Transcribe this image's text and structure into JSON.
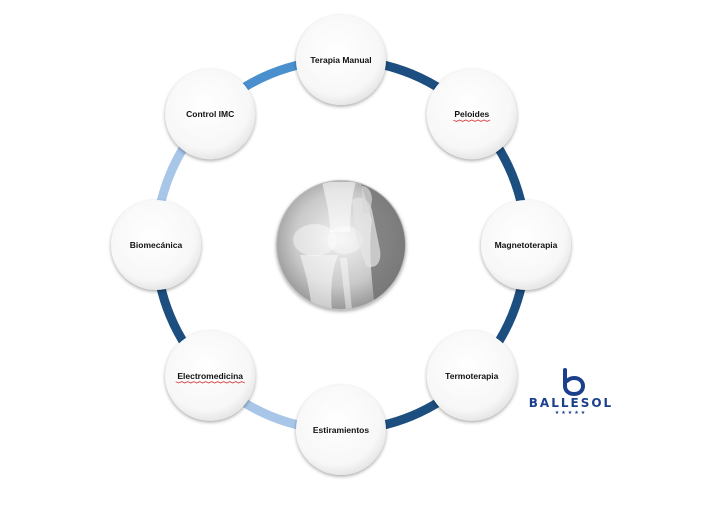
{
  "diagram": {
    "nodes": [
      {
        "id": "terapia-manual",
        "label": "Terapia Manual",
        "underline": false
      },
      {
        "id": "peloides",
        "label": "Peloides",
        "underline": true
      },
      {
        "id": "magnetoterapia",
        "label": "Magnetoterapia",
        "underline": false
      },
      {
        "id": "termoterapia",
        "label": "Termoterapia",
        "underline": false
      },
      {
        "id": "estiramientos",
        "label": "Estiramientos",
        "underline": false
      },
      {
        "id": "electromedicina",
        "label": "Electromedicina",
        "underline": true
      },
      {
        "id": "biomecanica",
        "label": "Biomecánica",
        "underline": false
      },
      {
        "id": "control-imc",
        "label": "Control IMC",
        "underline": false
      }
    ],
    "arc_colors": [
      "#1c4e80",
      "#1c4e80",
      "#1c4e80",
      "#1c4e80",
      "#a8c6e8",
      "#1c4e80",
      "#a8c6e8",
      "#4a90cf"
    ],
    "center_image": "knee-xray-icon"
  },
  "logo": {
    "name": "BALLESOL",
    "stars": "★★★★★",
    "icon": "ballesol-b-logo",
    "color": "#1c3f8c"
  }
}
